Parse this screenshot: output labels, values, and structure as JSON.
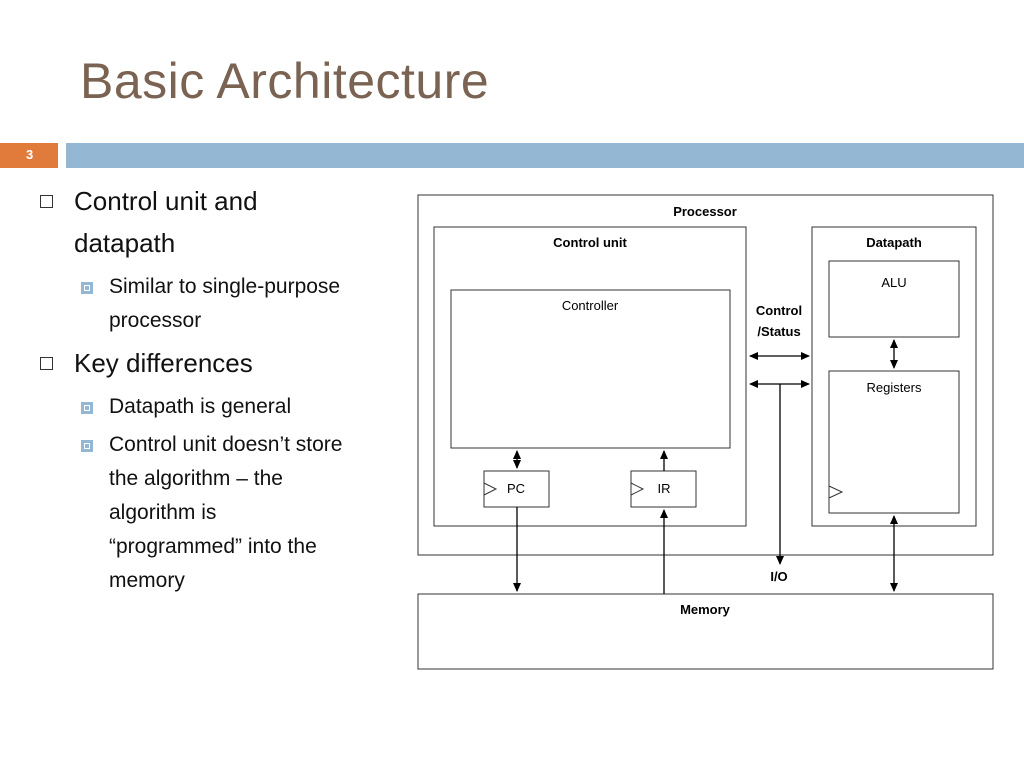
{
  "slide": {
    "title": "Basic Architecture",
    "number": "3"
  },
  "bullets": [
    {
      "level": 1,
      "text_lines": [
        "Control unit and",
        "datapath"
      ]
    },
    {
      "level": 2,
      "text_lines": [
        "Similar to single-purpose",
        "processor"
      ]
    },
    {
      "level": 1,
      "text_lines": [
        "Key differences"
      ]
    },
    {
      "level": 2,
      "text_lines": [
        "Datapath is general"
      ]
    },
    {
      "level": 2,
      "text_lines": [
        "Control unit doesn’t store",
        "the algorithm – the",
        "algorithm is",
        "“programmed” into the",
        "memory"
      ]
    }
  ],
  "diagram": {
    "processor": "Processor",
    "control_unit": "Control unit",
    "controller": "Controller",
    "pc": "PC",
    "ir": "IR",
    "datapath": "Datapath",
    "alu": "ALU",
    "registers": "Registers",
    "control_status_1": "Control",
    "control_status_2": "/Status",
    "io": "I/O",
    "memory": "Memory"
  }
}
